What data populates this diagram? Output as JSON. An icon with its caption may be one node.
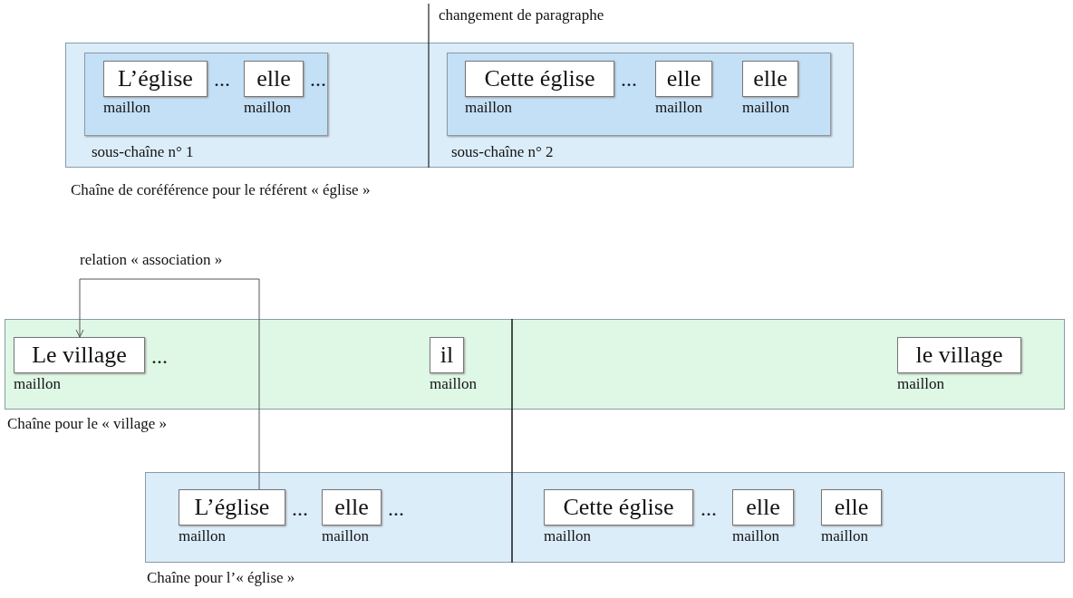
{
  "diagram": {
    "nodes": [
      {
        "text": [
          "Chaîne de coréférence pour le référent « église »"
        ]
      },
      {
        "text": [
          "sous-chaîne n° 1"
        ],
        "in": 0
      },
      {
        "text": [
          "L’église"
        ],
        "beside": [
          "maillon"
        ],
        "in": 1
      },
      {
        "text": [
          "elle"
        ],
        "beside": [
          "maillon"
        ],
        "in": 1
      },
      {
        "text": [
          "sous-chaîne n° 2"
        ],
        "in": 0
      },
      {
        "text": [
          "Cette église"
        ],
        "beside": [
          "maillon"
        ],
        "in": 4
      },
      {
        "text": [
          "elle"
        ],
        "beside": [
          "maillon"
        ],
        "in": 4
      },
      {
        "text": [
          "elle"
        ],
        "beside": [
          "maillon"
        ],
        "in": 4
      },
      {
        "text": [
          "Chaîne pour le « village »"
        ]
      },
      {
        "text": [
          "Le village"
        ],
        "beside": [
          "maillon"
        ],
        "in": 8
      },
      {
        "text": [
          "il"
        ],
        "beside": [
          "maillon"
        ],
        "in": 8
      },
      {
        "text": [
          "le village"
        ],
        "beside": [
          "maillon"
        ],
        "in": 8
      },
      {
        "text": [
          "Chaîne pour l’« église »"
        ]
      },
      {
        "text": [
          "L’église"
        ],
        "beside": [
          "maillon"
        ],
        "in": 12
      },
      {
        "text": [
          "elle"
        ],
        "beside": [
          "maillon"
        ],
        "in": 12
      },
      {
        "text": [
          "Cette église"
        ],
        "beside": [
          "maillon"
        ],
        "in": 12
      },
      {
        "text": [
          "elle"
        ],
        "beside": [
          "maillon"
        ],
        "in": 12
      },
      {
        "text": [
          "elle"
        ],
        "beside": [
          "maillon"
        ],
        "in": 12
      }
    ],
    "edges": [
      {
        "from": 13,
        "to": 9,
        "arrow": "to",
        "label": "relation « association »"
      }
    ],
    "labels": [
      "changement de paragraphe",
      "...",
      "...",
      "...",
      "...",
      "...",
      "...",
      "..."
    ]
  }
}
